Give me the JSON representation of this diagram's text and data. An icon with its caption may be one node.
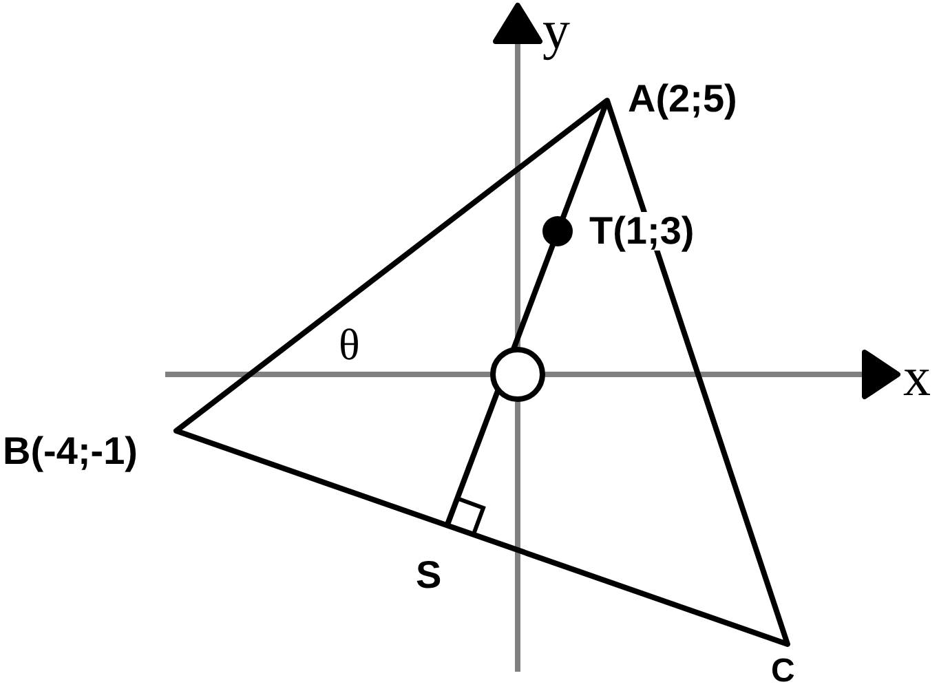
{
  "diagram": {
    "labels": [
      "y",
      "A(2;5)",
      "T(1;3)",
      "θ",
      "x",
      "B(-4;-1)",
      "S",
      "C"
    ]
  }
}
